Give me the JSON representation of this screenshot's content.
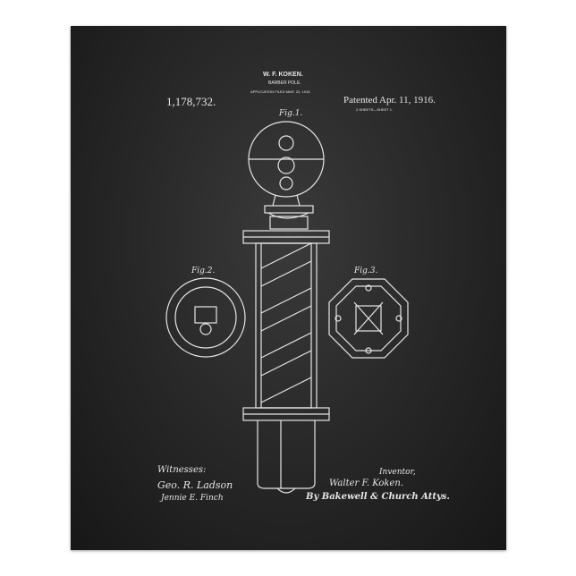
{
  "header": {
    "inventor": "W. F. KOKEN.",
    "title": "BARBER POLE.",
    "application": "APPLICATION FILED MAR. 22, 1915.",
    "patent_number": "1,178,732.",
    "patented": "Patented Apr. 11, 1916.",
    "sheets": "2 SHEETS—SHEET 1."
  },
  "figures": {
    "fig1": "Fig.1.",
    "fig2": "Fig.2.",
    "fig3": "Fig.3."
  },
  "footer": {
    "witnesses_label": "Witnesses:",
    "witness1": "Geo. R. Ladson",
    "witness2": "Jennie E. Finch",
    "inventor_label": "Inventor,",
    "inventor_name": "Walter F. Koken.",
    "attorneys": "By Bakewell & Church Attys."
  },
  "colors": {
    "board": "#262626",
    "chalk": "#e6e6e6"
  }
}
